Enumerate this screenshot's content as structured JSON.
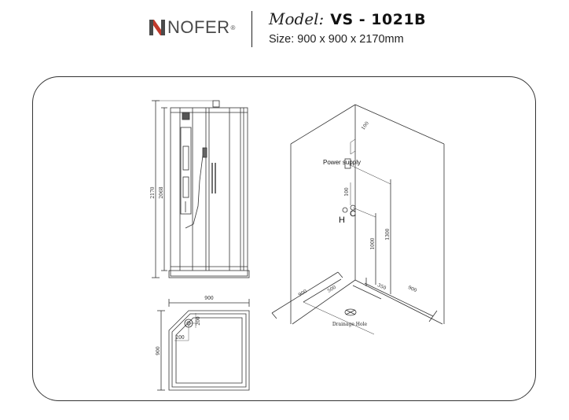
{
  "brand": {
    "name": "NOFER",
    "registered": "®"
  },
  "model": {
    "label": "Model:",
    "value": "VS - 1021B"
  },
  "size": {
    "text": "Size: 900 x 900 x 2170mm"
  },
  "front_view": {
    "height_total": "2170",
    "height_inner": "2068"
  },
  "plan_view": {
    "width": "900",
    "depth": "900",
    "drain_x": "200",
    "drain_y": "200"
  },
  "iso_view": {
    "power_supply": "Power supply",
    "dim_100_top": "100",
    "dim_100_valve": "100",
    "hot": "H",
    "cold": "C",
    "dim_1300": "1300",
    "dim_1000": "1000",
    "dim_900_left": "900",
    "dim_500": "500",
    "dim_350": "350",
    "dim_900_right": "900",
    "drainage": "Drainage Hole"
  }
}
